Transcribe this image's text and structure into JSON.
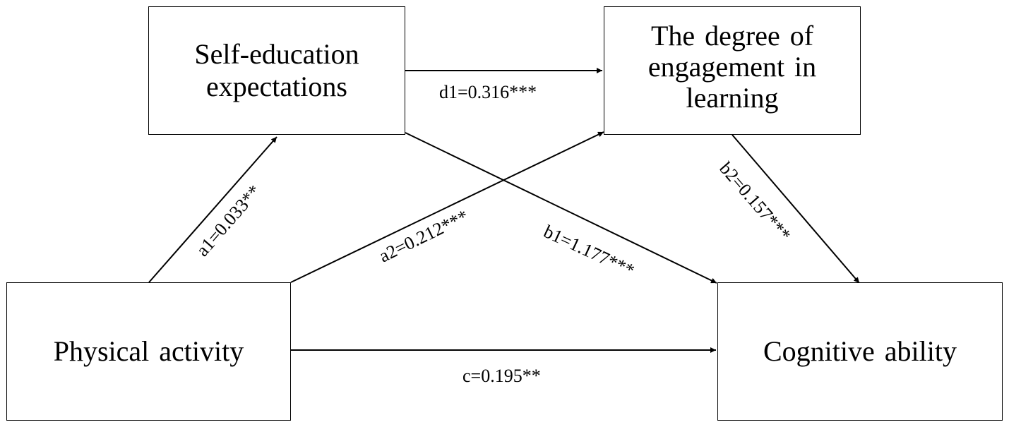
{
  "nodes": {
    "self_education": "Self-education\nexpectations",
    "engagement": "The degree of\nengagement in\nlearning",
    "physical_activity": "Physical activity",
    "cognitive_ability": "Cognitive ability"
  },
  "paths": {
    "a1": "a1=0.033**",
    "a2": "a2=0.212***",
    "b1": "b1=1.177***",
    "b2": "b2=0.157***",
    "c": "c=0.195**",
    "d1": "d1=0.316***"
  },
  "colors": {
    "line": "#000000",
    "box_border": "#000000",
    "background": "#ffffff"
  }
}
